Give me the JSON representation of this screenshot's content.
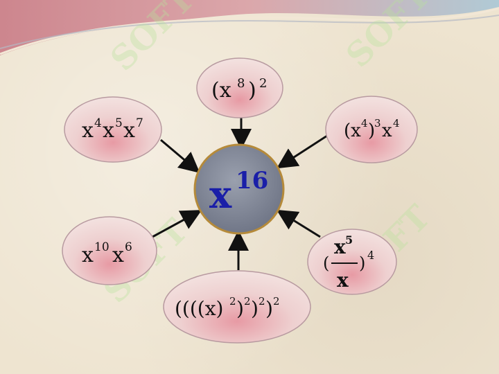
{
  "center": {
    "base": "x",
    "exp": "16"
  },
  "nodes": {
    "top": {
      "base": "(x",
      "exp1": "8",
      "close": ")",
      "exp2": "2"
    },
    "top_left": {
      "a": "x",
      "ae": "4",
      "b": "x",
      "be": "5",
      "c": "x",
      "ce": "7"
    },
    "top_right": {
      "open": "(x",
      "e1": "4",
      "close": ")",
      "e2": "3",
      "x": "x",
      "e3": "4"
    },
    "bottom_left": {
      "a": "x",
      "ae": "10",
      "b": "x",
      "be": "6"
    },
    "bottom_right": {
      "num": "x",
      "num_exp": "5",
      "den": "x",
      "open": "(",
      "close": ")",
      "exp": "4"
    },
    "bottom": {
      "open": "((((x)",
      "e1": "2",
      "c1": ")",
      "e2": "2",
      "c2": ")",
      "e3": "2",
      "c3": ")",
      "e4": "2"
    }
  },
  "watermark": "SOFT",
  "colors": {
    "background": "#eee4d0",
    "center_fill": "#7f8594",
    "center_text": "#1a1fa8",
    "node_fill": "#e8c9c9",
    "arrow": "#111111"
  }
}
